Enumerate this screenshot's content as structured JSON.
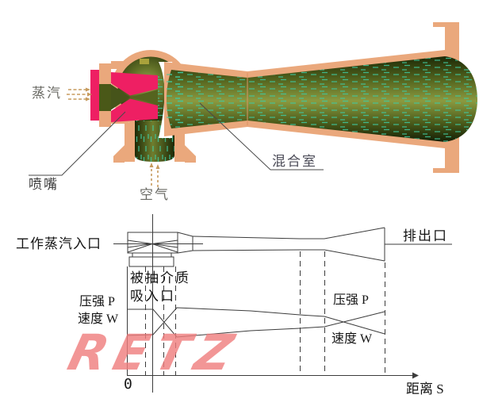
{
  "illustration": {
    "steam_label": "蒸汽",
    "nozzle_label": "喷嘴",
    "air_label": "空气",
    "mixing_chamber_label": "混合室"
  },
  "schematic": {
    "steam_inlet_label": "工作蒸汽入口",
    "outlet_label": "排出口",
    "suction_line1": "被抽介质",
    "suction_line2": "吸入口",
    "axis_pressure_label": "压强 P",
    "axis_velocity_label": "速度 W",
    "curve_pressure_label": "压强 P",
    "curve_velocity_label": "速度 W",
    "origin_label": "0",
    "x_axis_label": "距离 S"
  },
  "watermark_text": "RETZ",
  "colors": {
    "peach": "#EAA87C",
    "pink": "#EE1F63",
    "teal": "#3FC89F",
    "olive_dark": "#23300B",
    "olive_light": "#8B9A40",
    "line": "#3C3C3C",
    "steam_arrow": "#C79B5E",
    "watermark": "#EF7D7D",
    "text_dark": "#141414",
    "text_gray": "#6A6A64"
  }
}
